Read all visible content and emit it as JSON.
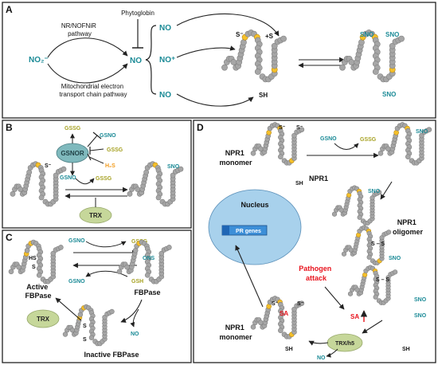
{
  "panels": {
    "A": {
      "letter": "A",
      "nr_pathway": [
        "NR/NOFNiR",
        "pathway"
      ],
      "phytoglobin": "Phytoglobin",
      "no2": "NO₂⁻",
      "no_center": "NO",
      "no_top": "NO",
      "no_plus": "NO⁺",
      "no_bottom": "NO",
      "mito": [
        "Mitochondrial  electron",
        "transport  chain pathway"
      ],
      "s_minus": "S⁻",
      "s_plus": "+S",
      "sh": "SH",
      "sno1": "SNO",
      "sno2": "SNO",
      "sno3": "SNO"
    },
    "B": {
      "letter": "B",
      "gssg_top": "GSSG",
      "gsno_in": "GSNO",
      "gssg_in": "GSSG",
      "h2s": "H₂S",
      "gsnor": "GSNOR",
      "gsno_react": "GSNO",
      "gssg_react": "GSSG",
      "s_minus": "S⁻",
      "sno": "SNO",
      "trx": "TRX"
    },
    "C": {
      "letter": "C",
      "gsno_top": "GSNO",
      "gssg_top": "GSSG",
      "gsno_bot": "GSNO",
      "gsh_bot": "GSH",
      "hs": "HS",
      "s_left": "S",
      "ons": "ONS",
      "active": [
        "Active",
        "FBPase"
      ],
      "fbpase": "FBPase",
      "trx": "TRX",
      "no": "NO",
      "inactive": "Inactive FBPase",
      "ss1": "S",
      "ss2": "S"
    },
    "D": {
      "letter": "D",
      "npr1_monomer_top": [
        "NPR1",
        "monomer"
      ],
      "npr1_label": "NPR1",
      "gsno": "GSNO",
      "gssg": "GSSG",
      "nucleus": "Nucleus",
      "pr_genes": "PR genes",
      "npr1_oligomer": [
        "NPR1",
        "oligomer"
      ],
      "pathogen": [
        "Pathogen",
        "attack"
      ],
      "sa1": "SA",
      "sa2": "SA",
      "trxh5": "TRX/h5",
      "no": "NO",
      "npr1_monomer_bot": [
        "NPR1",
        "monomer"
      ],
      "s_minus_a": "S⁻",
      "s_minus_b": "S⁻",
      "sh_top": "SH",
      "sno_top": "SNO",
      "sno_o1": "SNO",
      "ss_o1": "S – S",
      "sno_o2": "SNO",
      "ss_o2": "S – S",
      "sno_o3": "SNO",
      "s_bot1": "S⁻",
      "s_bot2": "S⁻",
      "sh_bot": "SH",
      "sh_bot2": "SH",
      "sno_bot": "SNO"
    }
  },
  "colors": {
    "no_teal": "#1a8a96",
    "gssg_olive": "#a7a224",
    "red": "#e8131d",
    "orange": "#f29b1c",
    "bead_grey": "#a6a6a6",
    "bead_dark": "#808080",
    "sulfur_yellow": "#f5c02a",
    "gsnor_fill": "#7fb9bd",
    "trx_fill": "#c6d79a",
    "nucleus_fill": "#a8d1ec",
    "pr_fill": "#3d8fd8"
  }
}
